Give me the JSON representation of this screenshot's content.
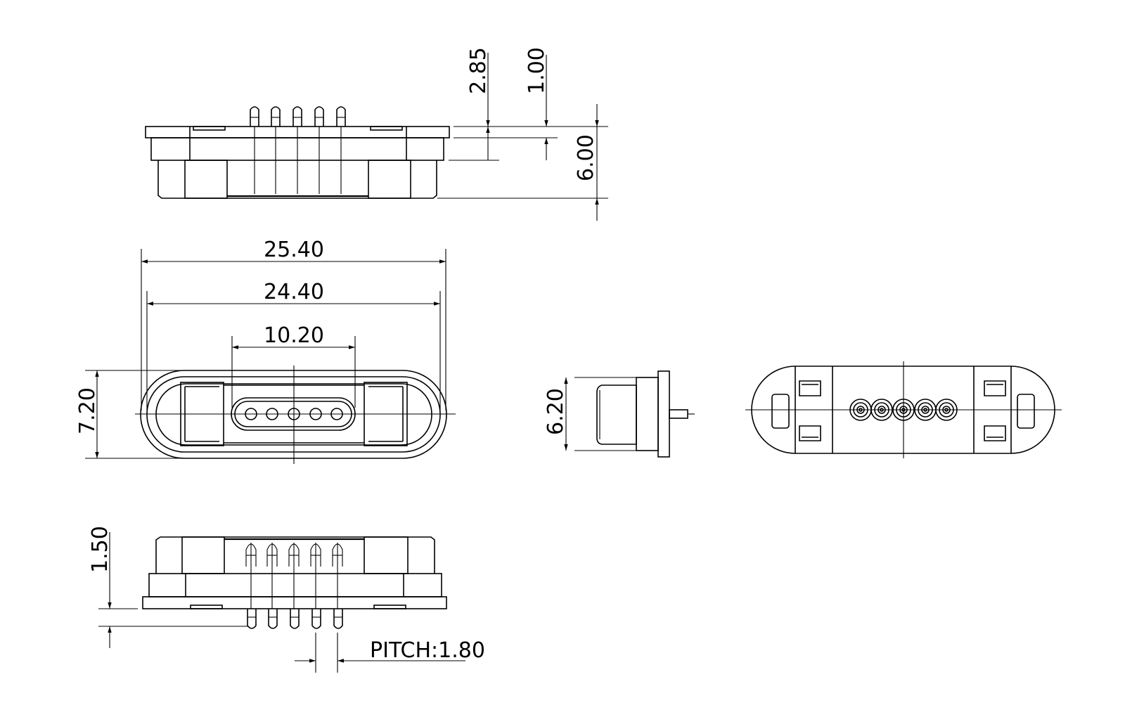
{
  "drawing": {
    "background": "#ffffff",
    "line_color": "#000000",
    "pin_count": 5
  },
  "dimensions": {
    "side_pin_length": "2.85",
    "side_flange_thickness": "1.00",
    "side_total_height": "6.00",
    "front_overall_length": "25.40",
    "front_flange_length": "24.40",
    "front_pin_area_length": "10.20",
    "front_overall_height": "7.20",
    "end_view_height": "6.20",
    "bottom_protrusion": "1.50",
    "pitch": "PITCH:1.80"
  }
}
